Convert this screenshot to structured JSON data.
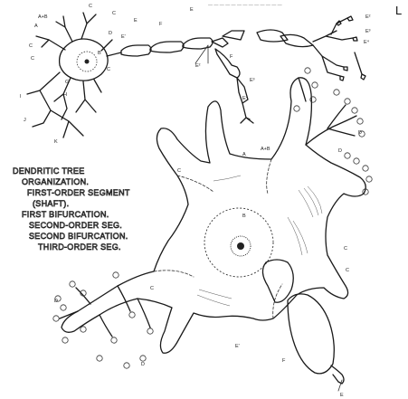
{
  "header_text": "— — —  — — — — — — — — — —",
  "corner_mark": "L",
  "title_lines": [
    "DENDRITIC TREE",
    "ORGANIZATION.",
    "FIRST-ORDER SEGMENT",
    "(SHAFT).",
    "FIRST BIFURCATION.",
    "SECOND-ORDER SEG.",
    "SECOND BIFURCATION.",
    "THIRD-ORDER SEG."
  ],
  "small_neuron_labels": {
    "a_b": "A+B",
    "a": "A",
    "b": "B",
    "c1": "C",
    "c2": "C",
    "c3": "C",
    "c4": "C",
    "c5": "C",
    "d": "D",
    "e1": "E",
    "e_prime": "E'",
    "e_top": "E",
    "e2": "E²",
    "e3": "E³",
    "e4": "E⁴",
    "e5": "E²",
    "e6": "E³",
    "e7": "E⁴",
    "f": "F",
    "f2": "F",
    "g": "G",
    "h": "H",
    "i": "I",
    "j": "J",
    "k": "K"
  },
  "large_neuron_labels": {
    "a": "A",
    "a_b": "A+B",
    "b": "B",
    "c1": "C",
    "c2": "C",
    "c3": "C",
    "c4": "C",
    "d1": "D",
    "d2": "D",
    "d3": "D",
    "d4": "D",
    "e": "E",
    "e_prime": "E'",
    "f": "F"
  },
  "colors": {
    "ink": "#1a1a1a",
    "title_fill": "#ffffff",
    "paper": "#ffffff"
  }
}
